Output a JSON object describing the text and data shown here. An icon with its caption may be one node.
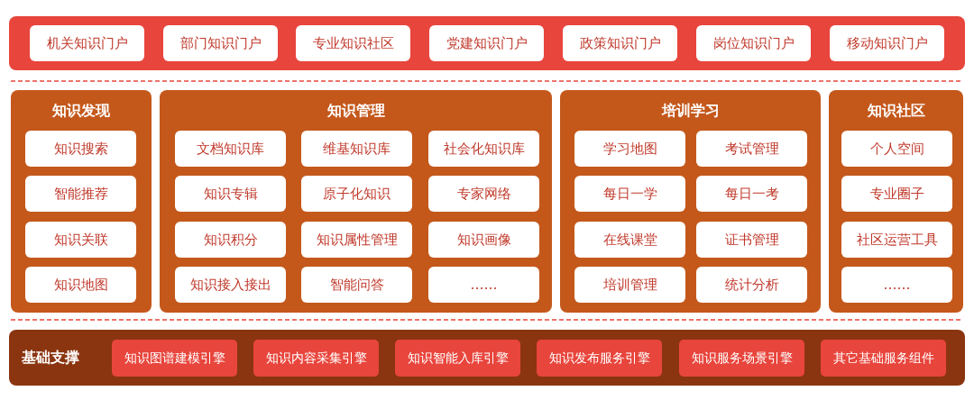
{
  "diagram": {
    "nodes": [
      {
        "text": [],
        "shape": "box"
      },
      {
        "text": [
          "机关知识门户"
        ],
        "in": 0
      },
      {
        "text": [
          "部门知识门户"
        ],
        "in": 0
      },
      {
        "text": [
          "专业知识社区"
        ],
        "in": 0
      },
      {
        "text": [
          "党建知识门户"
        ],
        "in": 0
      },
      {
        "text": [
          "政策知识门户"
        ],
        "in": 0
      },
      {
        "text": [
          "岗位知识门户"
        ],
        "in": 0
      },
      {
        "text": [
          "移动知识门户"
        ],
        "in": 0
      },
      {
        "text": [
          "知识发现"
        ]
      },
      {
        "text": [
          "知识搜索"
        ],
        "in": 8
      },
      {
        "text": [
          "智能推荐"
        ],
        "in": 8
      },
      {
        "text": [
          "知识关联"
        ],
        "in": 8
      },
      {
        "text": [
          "知识地图"
        ],
        "in": 8
      },
      {
        "text": [
          "知识管理"
        ]
      },
      {
        "text": [
          "文档知识库"
        ],
        "in": 13
      },
      {
        "text": [
          "维基知识库"
        ],
        "in": 13
      },
      {
        "text": [
          "社会化知识库"
        ],
        "in": 13
      },
      {
        "text": [
          "知识专辑"
        ],
        "in": 13
      },
      {
        "text": [
          "原子化知识"
        ],
        "in": 13
      },
      {
        "text": [
          "专家网络"
        ],
        "in": 13
      },
      {
        "text": [
          "知识积分"
        ],
        "in": 13
      },
      {
        "text": [
          "知识属性管理"
        ],
        "in": 13
      },
      {
        "text": [
          "知识画像"
        ],
        "in": 13
      },
      {
        "text": [
          "知识接入接出"
        ],
        "in": 13
      },
      {
        "text": [
          "智能问答"
        ],
        "in": 13
      },
      {
        "text": [
          "……"
        ],
        "in": 13
      },
      {
        "text": [
          "培训学习"
        ]
      },
      {
        "text": [
          "学习地图"
        ],
        "in": 26
      },
      {
        "text": [
          "考试管理"
        ],
        "in": 26
      },
      {
        "text": [
          "每日一学"
        ],
        "in": 26
      },
      {
        "text": [
          "每日一考"
        ],
        "in": 26
      },
      {
        "text": [
          "在线课堂"
        ],
        "in": 26
      },
      {
        "text": [
          "证书管理"
        ],
        "in": 26
      },
      {
        "text": [
          "培训管理"
        ],
        "in": 26
      },
      {
        "text": [
          "统计分析"
        ],
        "in": 26
      },
      {
        "text": [
          "知识社区"
        ]
      },
      {
        "text": [
          "个人空间"
        ],
        "in": 35
      },
      {
        "text": [
          "专业圈子"
        ],
        "in": 35
      },
      {
        "text": [
          "社区运营工具"
        ],
        "in": 35
      },
      {
        "text": [
          "……"
        ],
        "in": 35
      },
      {
        "text": [
          "基础支撑"
        ]
      },
      {
        "text": [
          "知识图谱建模引擎"
        ],
        "in": 40
      },
      {
        "text": [
          "知识内容采集引擎"
        ],
        "in": 40
      },
      {
        "text": [
          "知识智能入库引擎"
        ],
        "in": 40
      },
      {
        "text": [
          "知识发布服务引擎"
        ],
        "in": 40
      },
      {
        "text": [
          "知识服务场景引擎"
        ],
        "in": 40
      },
      {
        "text": [
          "其它基础服务组件"
        ],
        "in": 40
      }
    ]
  }
}
